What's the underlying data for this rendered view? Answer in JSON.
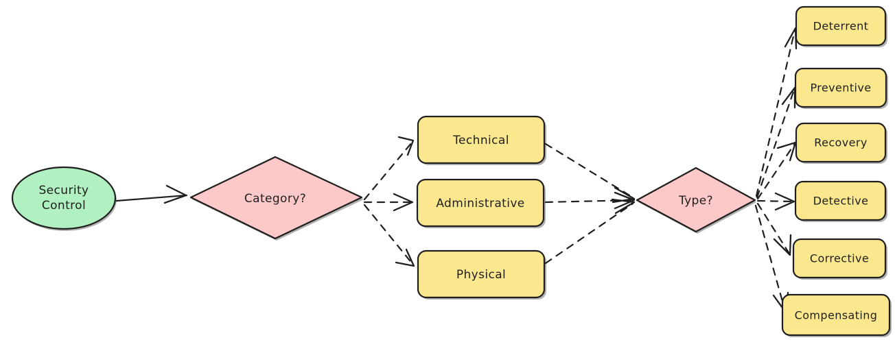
{
  "diagram": {
    "title": "Security Control Classification Flowchart",
    "type": "flowchart",
    "direction": "left-to-right",
    "background_color": "#ffffff",
    "colors": {
      "start_fill": "#b1f0c0",
      "decision_fill": "#fcc8c8",
      "option_fill": "#fbe78e",
      "stroke": "#1e1e1e",
      "text": "#1e1e1e"
    },
    "nodes": {
      "start": {
        "label": "Security Control",
        "line1": "Security",
        "line2": "Control",
        "shape": "ellipse",
        "fill": "#b1f0c0"
      },
      "decision_category": {
        "label": "Category?",
        "shape": "diamond",
        "fill": "#fcc8c8"
      },
      "decision_type": {
        "label": "Type?",
        "shape": "diamond",
        "fill": "#fcc8c8"
      }
    },
    "category_options": [
      {
        "label": "Technical"
      },
      {
        "label": "Administrative"
      },
      {
        "label": "Physical"
      }
    ],
    "type_options": [
      {
        "label": "Deterrent"
      },
      {
        "label": "Preventive"
      },
      {
        "label": "Recovery"
      },
      {
        "label": "Detective"
      },
      {
        "label": "Corrective"
      },
      {
        "label": "Compensating"
      }
    ],
    "edges": [
      {
        "from": "Security Control",
        "to": "Category?",
        "style": "solid"
      },
      {
        "from": "Category?",
        "to": "Technical",
        "style": "dashed"
      },
      {
        "from": "Category?",
        "to": "Administrative",
        "style": "dashed"
      },
      {
        "from": "Category?",
        "to": "Physical",
        "style": "dashed"
      },
      {
        "from": "Technical",
        "to": "Type?",
        "style": "dashed"
      },
      {
        "from": "Administrative",
        "to": "Type?",
        "style": "dashed"
      },
      {
        "from": "Physical",
        "to": "Type?",
        "style": "dashed"
      },
      {
        "from": "Type?",
        "to": "Deterrent",
        "style": "dashed"
      },
      {
        "from": "Type?",
        "to": "Preventive",
        "style": "dashed"
      },
      {
        "from": "Type?",
        "to": "Recovery",
        "style": "dashed"
      },
      {
        "from": "Type?",
        "to": "Detective",
        "style": "dashed"
      },
      {
        "from": "Type?",
        "to": "Corrective",
        "style": "dashed"
      },
      {
        "from": "Type?",
        "to": "Compensating",
        "style": "dashed"
      }
    ]
  }
}
